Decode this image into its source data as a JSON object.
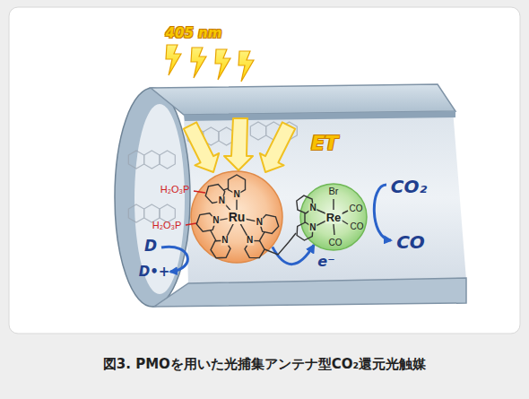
{
  "diagram": {
    "caption": "図3. PMOを用いた光捕集アンテナ型CO₂還元光触媒",
    "nodes": [
      {
        "text": [
          "Ru"
        ]
      },
      {
        "text": [
          "Re"
        ]
      }
    ],
    "edges": [
      {
        "from": 0,
        "to": 1,
        "arrow": "to",
        "label": "e⁻"
      }
    ],
    "labels": [
      "405 nm",
      "ET",
      "CO₂",
      "CO",
      "D",
      "D•+",
      "H₂O₃P",
      "H₂O₃P",
      "Br",
      "CO",
      "CO",
      "CO",
      "N",
      "N",
      "N",
      "N",
      "N",
      "N",
      "N",
      "N"
    ]
  }
}
